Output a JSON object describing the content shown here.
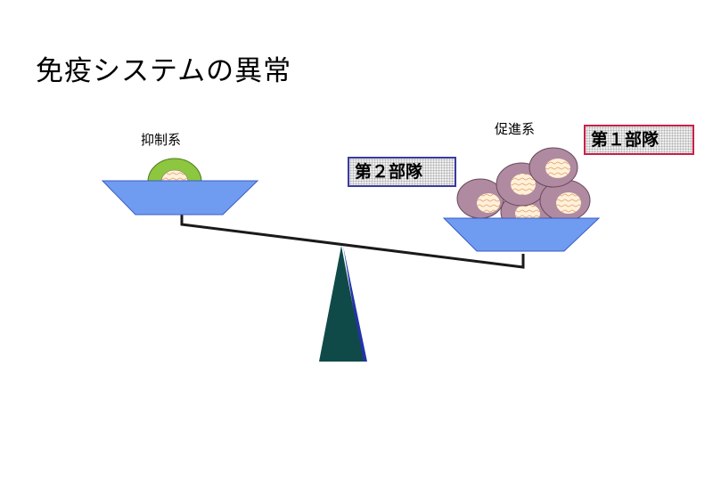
{
  "title": "免疫システムの異常",
  "left_pan": {
    "label": "抑制系"
  },
  "right_pan": {
    "label": "促進系"
  },
  "box_2": {
    "label": "第２部隊"
  },
  "box_1": {
    "label": "第１部隊"
  },
  "colors": {
    "pan": "#6f9cf0",
    "pan_edge": "#3b5cc4",
    "fulcrum": "#0f4a48",
    "fulcrum_edge": "#2333a8",
    "beam": "#1a1a1a",
    "cell_outer": "#b08aa0",
    "cell_inner": "#fff1d8",
    "suppressor_cell": "#8dc63f",
    "box_blue_border": "#3a3aa0",
    "box_red_border": "#c8204a"
  }
}
